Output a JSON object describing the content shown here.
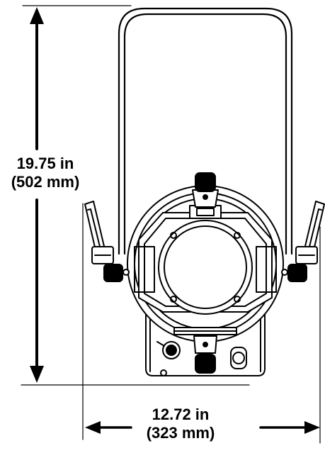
{
  "dimensions": {
    "height": {
      "imperial": "19.75 in",
      "metric": "(502 mm)"
    },
    "width": {
      "imperial": "12.72 in",
      "metric": "(323 mm)"
    }
  },
  "colors": {
    "line": "#000000",
    "background": "#ffffff"
  }
}
